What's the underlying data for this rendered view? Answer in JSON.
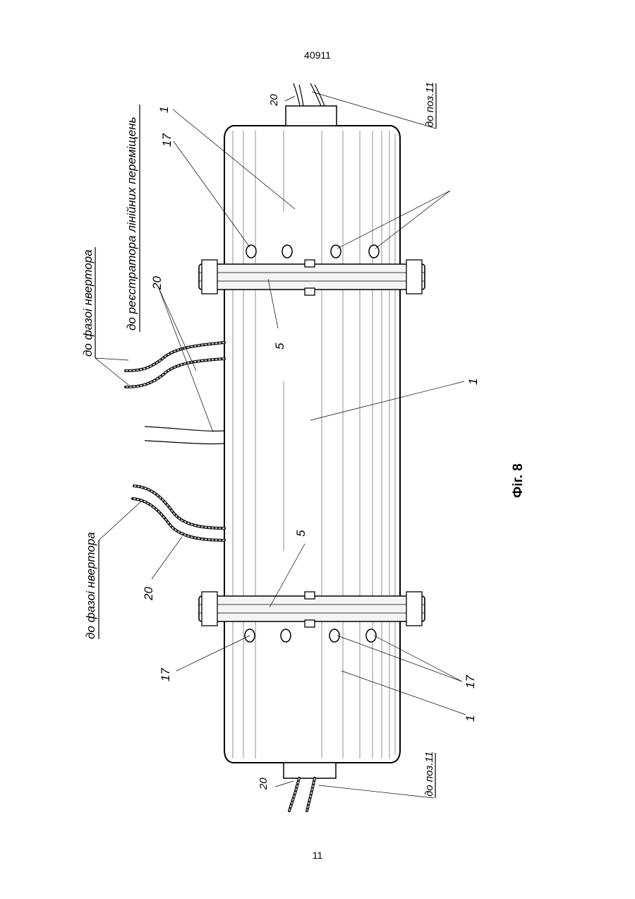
{
  "page": {
    "number_top": "40911",
    "number_bottom": "11"
  },
  "figure": {
    "caption": "Фіг. 8",
    "labels": {
      "pos1": "1",
      "pos5": "5",
      "pos17": "17",
      "pos20": "20",
      "to_pos11": "до поз.11",
      "to_phase_inverter": "до фазоі нвертора",
      "to_registrar": "до реєстратора лінійних переміщень"
    }
  }
}
